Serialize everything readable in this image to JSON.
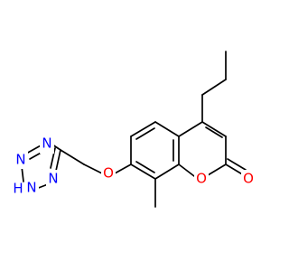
{
  "molecule": {
    "atoms": [
      {
        "id": "o_ether",
        "text": "O",
        "color": "#ff0000"
      },
      {
        "id": "o_ring",
        "text": "O",
        "color": "#ff0000"
      },
      {
        "id": "o_carbonyl",
        "text": "O",
        "color": "#ff0000"
      },
      {
        "id": "n1",
        "text": "N",
        "color": "#0000ff"
      },
      {
        "id": "n2",
        "text": "N",
        "color": "#0000ff"
      },
      {
        "id": "n3",
        "text": "N",
        "color": "#0000ff"
      },
      {
        "id": "n4",
        "text": "N",
        "color": "#0000ff"
      },
      {
        "id": "nh_h",
        "text": "H",
        "color": "#0000ff"
      }
    ]
  }
}
